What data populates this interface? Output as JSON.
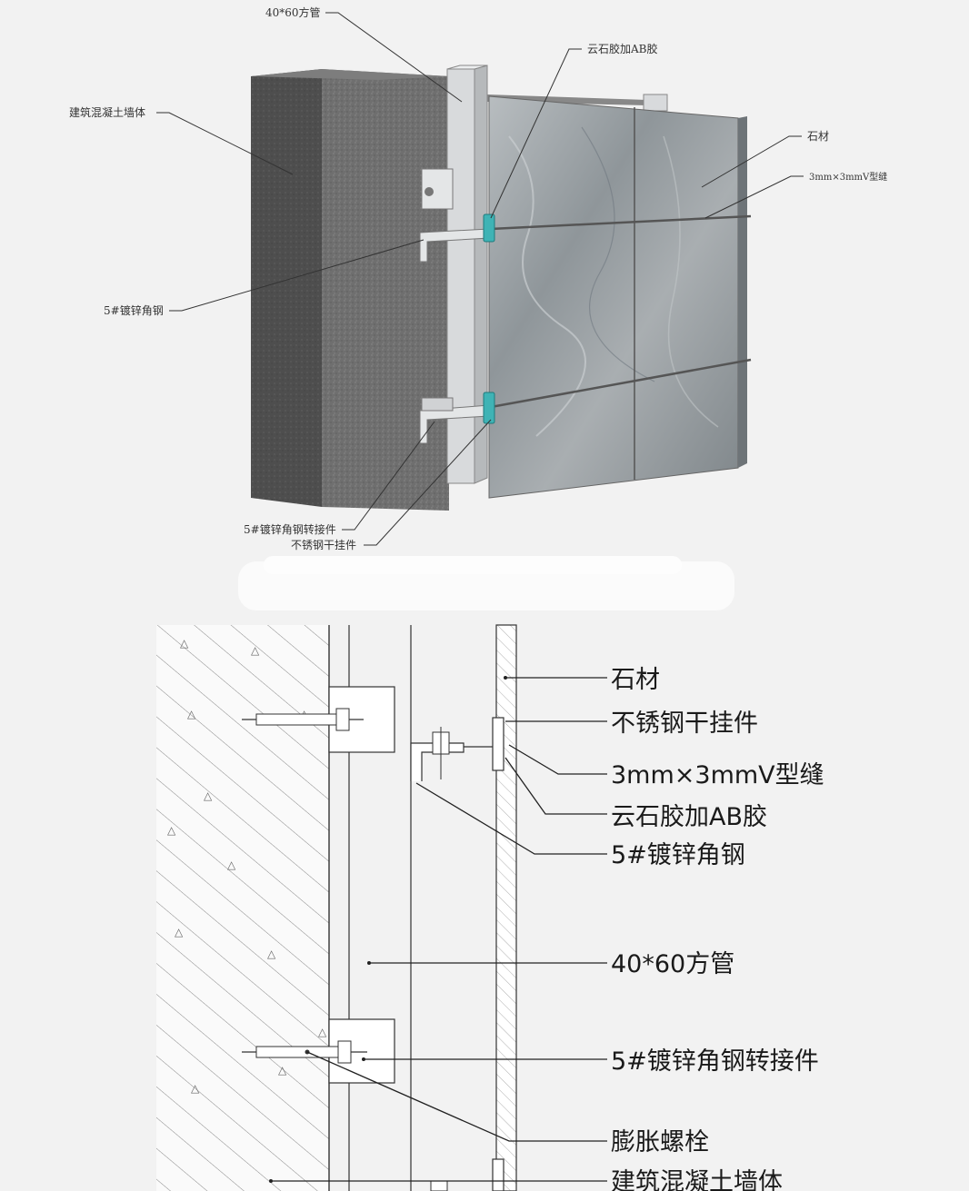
{
  "top_view": {
    "labels": {
      "square_tube": "40*60方管",
      "adhesive": "云石胶加AB胶",
      "concrete_wall": "建筑混凝土墙体",
      "stone": "石材",
      "v_joint": "3mm×3mmV型缝",
      "angle_steel": "5#镀锌角钢",
      "angle_connector": "5#镀锌角钢转接件",
      "dry_hanger": "不锈钢干挂件"
    }
  },
  "section_view": {
    "labels": {
      "stone": "石材",
      "dry_hanger": "不锈钢干挂件",
      "v_joint": "3mm×3mmV型缝",
      "adhesive": "云石胶加AB胶",
      "angle_steel": "5#镀锌角钢",
      "square_tube": "40*60方管",
      "angle_connector": "5#镀锌角钢转接件",
      "expansion_bolt": "膨胀螺栓",
      "concrete_wall": "建筑混凝土墙体"
    }
  },
  "colors": {
    "concrete": "#6e6e6e",
    "stone": "#9aa0a3",
    "steel": "#d2d4d6",
    "adhesive": "#3fb3b5",
    "background": "#f2f2f2"
  }
}
